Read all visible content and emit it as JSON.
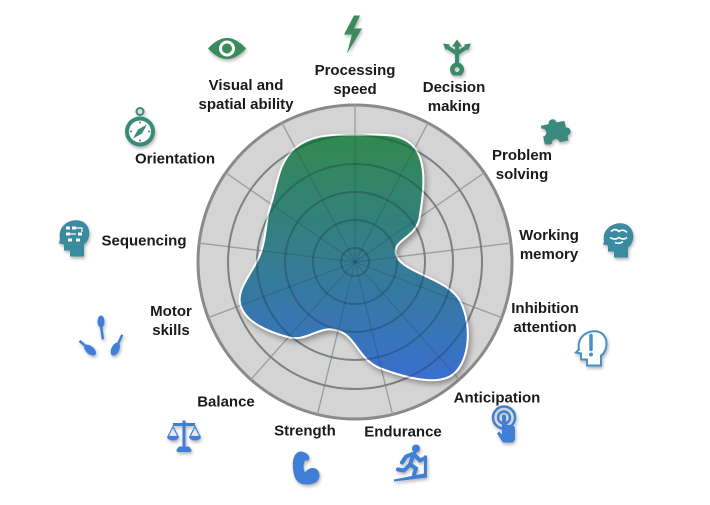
{
  "chart_data": {
    "type": "radar",
    "title": "",
    "axes": [
      {
        "label": "Processing speed",
        "value": 81,
        "icon": "lightning-icon",
        "color": "#3a8a5c"
      },
      {
        "label": "Decision making",
        "value": 82,
        "icon": "branching-arrows-icon",
        "color": "#3a8a6a"
      },
      {
        "label": "Problem solving",
        "value": 50,
        "icon": "puzzle-piece-icon",
        "color": "#3a8a80"
      },
      {
        "label": "Working memory",
        "value": 27,
        "icon": "brain-head-icon",
        "color": "#3a8aa0"
      },
      {
        "label": "Inhibition attention",
        "value": 72,
        "icon": "exclamation-head-icon",
        "color": "#4a90c8"
      },
      {
        "label": "Anticipation",
        "value": 95,
        "icon": "touch-target-icon",
        "color": "#3f7fd6"
      },
      {
        "label": "Endurance",
        "value": 70,
        "icon": "treadmill-runner-icon",
        "color": "#3f7fd6"
      },
      {
        "label": "Strength",
        "value": 45,
        "icon": "flexed-arm-icon",
        "color": "#3f7fd6"
      },
      {
        "label": "Balance",
        "value": 64,
        "icon": "scales-icon",
        "color": "#3f7fd6"
      },
      {
        "label": "Motor skills",
        "value": 78,
        "icon": "juggling-pins-icon",
        "color": "#3f7fd6"
      },
      {
        "label": "Sequencing",
        "value": 60,
        "icon": "sequence-head-icon",
        "color": "#3a8aa0"
      },
      {
        "label": "Orientation",
        "value": 65,
        "icon": "compass-icon",
        "color": "#3a8a7a"
      },
      {
        "label": "Visual and spatial ability",
        "value": 82,
        "icon": "eye-icon",
        "color": "#3a8a5c"
      }
    ],
    "range": [
      0,
      100
    ],
    "rings": [
      10,
      30,
      50,
      70,
      90,
      100
    ],
    "grid": true,
    "fill_gradient": [
      "#2f8a4e",
      "#3a6fd0"
    ],
    "legend": "none"
  }
}
